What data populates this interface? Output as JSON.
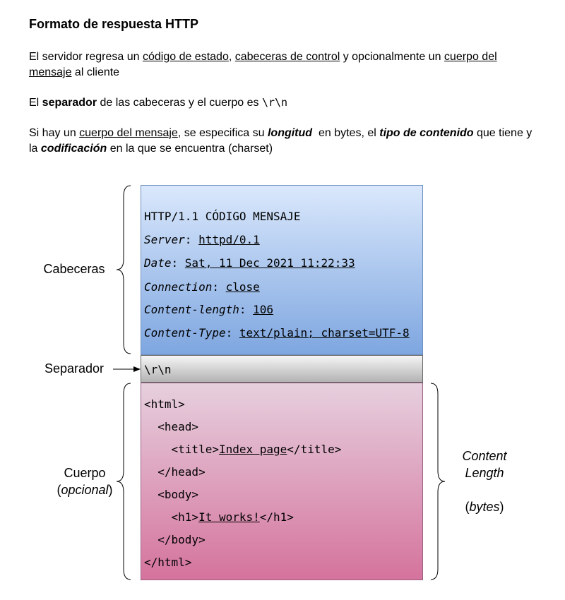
{
  "heading": "Formato de respuesta HTTP",
  "paragraph1": {
    "text1": "El servidor regresa un ",
    "link1": "código de estado",
    "text2": ", ",
    "link2": "cabeceras de control",
    "text3": " y opcionalmente un ",
    "link3": "cuerpo del mensaje",
    "text4": " al cliente"
  },
  "paragraph2": {
    "text1": "El ",
    "bold1": "separador",
    "text2": " de las cabeceras y el cuerpo es ",
    "code1": "\\r\\n"
  },
  "paragraph3": {
    "text1": "Si hay un ",
    "link1": "cuerpo del mensaje",
    "text2": ", se especifica su ",
    "em1": "longitud",
    "text3": "  en bytes, el ",
    "em2": "tipo de contenido",
    "text4": " que tiene y la ",
    "em3": "codificación",
    "text5": " en la que se encuentra (charset)"
  },
  "headers_box": {
    "status_line": "HTTP/1.1 CÓDIGO MENSAJE",
    "fields": [
      {
        "key": "Server",
        "sep": ": ",
        "value": "httpd/0.1"
      },
      {
        "key": "Date",
        "sep": ": ",
        "value": "Sat, 11 Dec 2021 11:22:33"
      },
      {
        "key": "Connection",
        "sep": ": ",
        "value": "close"
      },
      {
        "key": "Content-length",
        "sep": ": ",
        "value": "106"
      },
      {
        "key": "Content-Type",
        "sep": ": ",
        "value": "text/plain; charset=UTF-8"
      }
    ]
  },
  "separator_box": {
    "text": "\\r\\n"
  },
  "body_box": {
    "lines": [
      {
        "pre": "<html>"
      },
      {
        "pre": "  <head>"
      },
      {
        "pre": "    <title>",
        "link": "Index page",
        "post": "</title>"
      },
      {
        "pre": "  </head>"
      },
      {
        "pre": "  <body>"
      },
      {
        "pre": "    <h1>",
        "link": "It works!",
        "post": "</h1>"
      },
      {
        "pre": "  </body>"
      },
      {
        "pre": "</html>"
      }
    ]
  },
  "labels": {
    "cabeceras": "Cabeceras",
    "separador": "Separador",
    "cuerpo": "Cuerpo",
    "opcional_open": "(",
    "opcional": "opcional",
    "opcional_close": ")",
    "content": "Content",
    "length": "Length",
    "bytes_open": "(",
    "bytes": "bytes",
    "bytes_close": ")"
  },
  "colors": {
    "headers_fill": "#7ea6e0",
    "separator_fill": "#b3b3b3",
    "body_fill": "#d5739d"
  }
}
